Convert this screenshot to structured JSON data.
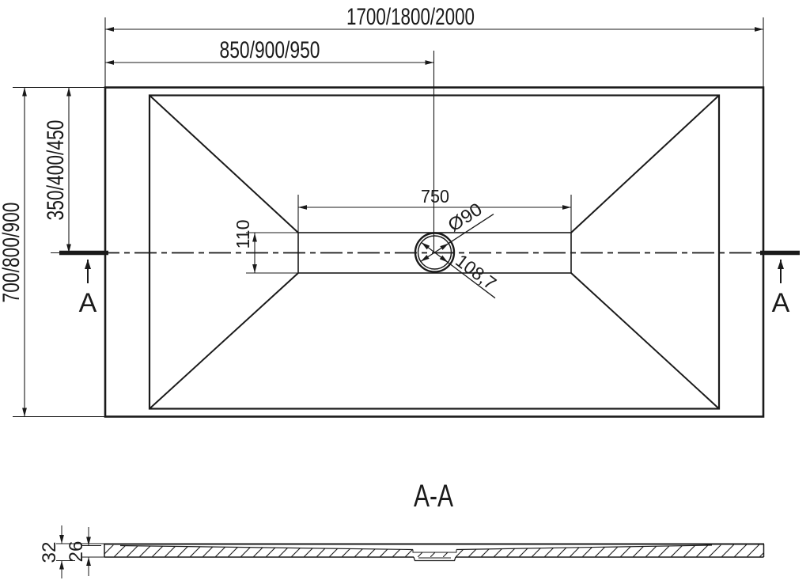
{
  "plan_view": {
    "dimensions": {
      "overall_width": "1700/1800/2000",
      "drain_center_from_left": "850/900/950",
      "overall_depth": "700/800/900",
      "drain_center_from_top": "350/400/450",
      "channel_length": "750",
      "channel_width": "110",
      "drain_diameter": "Ø90",
      "drain_diagonal": "108,7"
    },
    "section_marker_left": "A",
    "section_marker_right": "A"
  },
  "section_view": {
    "title": "A-A",
    "dimensions": {
      "edge_height": "32",
      "base_thickness": "26"
    }
  },
  "colors": {
    "line": "#1a1a1a",
    "background": "#ffffff"
  }
}
